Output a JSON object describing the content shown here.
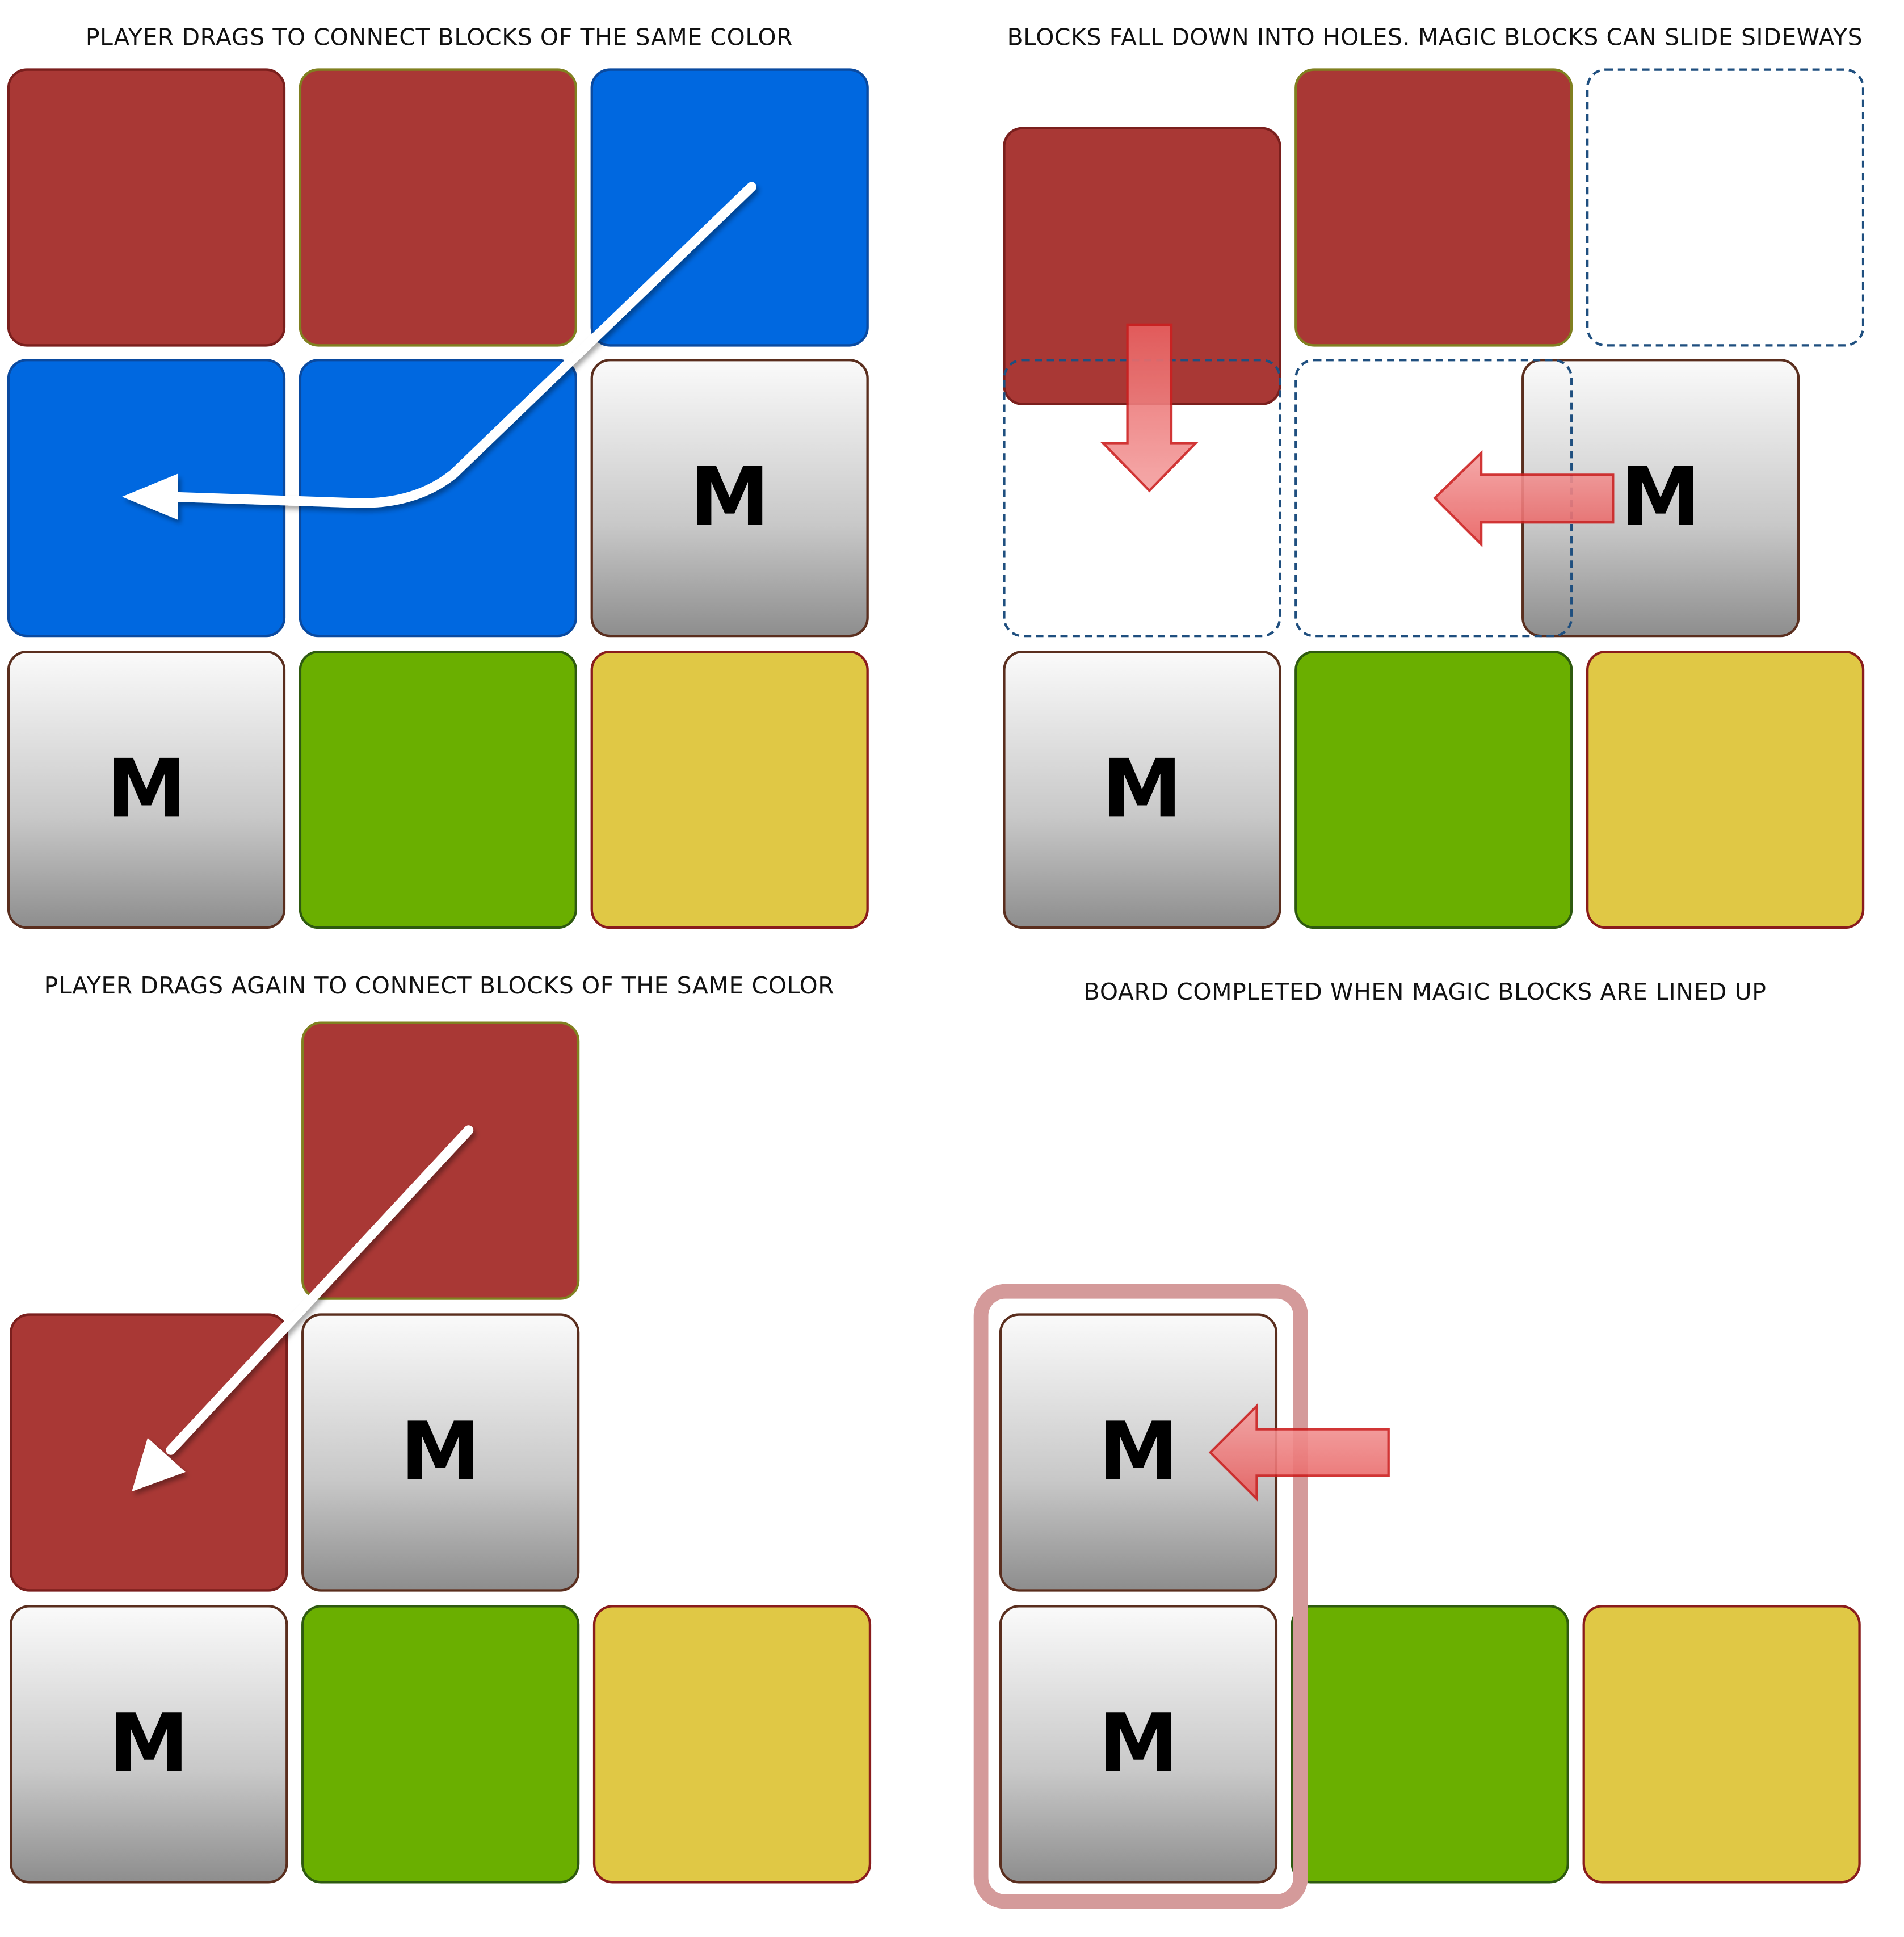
{
  "captions": {
    "step1": "PLAYER DRAGS TO CONNECT BLOCKS OF THE SAME COLOR",
    "step2": "BLOCKS FALL DOWN INTO HOLES. MAGIC BLOCKS CAN SLIDE SIDEWAYS",
    "step3": "PLAYER DRAGS AGAIN TO CONNECT BLOCKS OF THE SAME COLOR",
    "step4": "BOARD COMPLETED WHEN MAGIC BLOCKS ARE LINED UP"
  },
  "magic_label": "M",
  "colors": {
    "red": "#a93835",
    "blue": "#0068e0",
    "green": "#6aaf00",
    "yellow": "#e0c845",
    "magic": "#c8c8c8",
    "arrow_red": "#e87070",
    "frame": "#d49a9a"
  },
  "icons": [
    "drag-path-arrow",
    "fall-down-arrow",
    "slide-left-arrow"
  ]
}
